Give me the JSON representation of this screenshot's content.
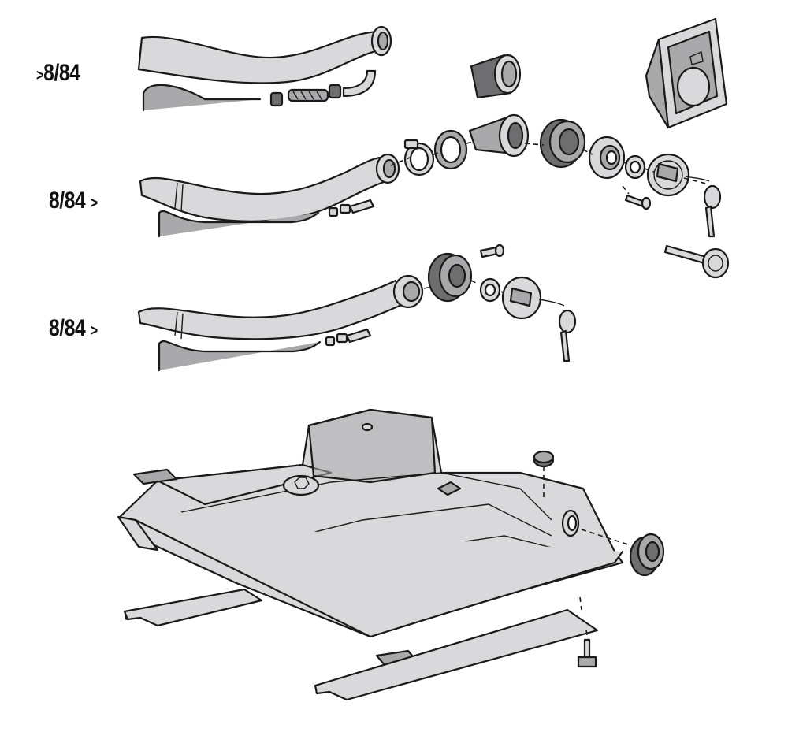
{
  "labels": {
    "row1": {
      "arrow": ">",
      "text": "8/84"
    },
    "row2": {
      "text": "8/84",
      "arrow": ">"
    },
    "row3": {
      "text": "8/84",
      "arrow": ">"
    }
  },
  "colors": {
    "outline": "#1a1a1a",
    "part_light": "#d9d9db",
    "part_mid": "#a9a9ab",
    "part_dark": "#6e6e70"
  }
}
